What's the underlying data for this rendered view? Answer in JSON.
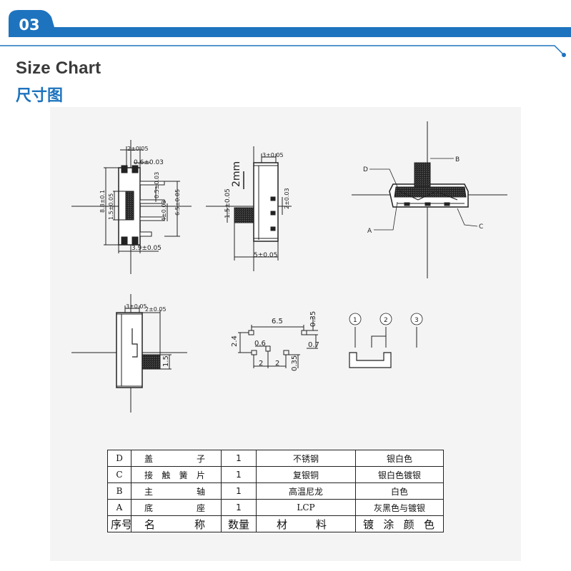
{
  "header": {
    "section_number": "03",
    "accent_color": "#1e73be",
    "title_en": "Size Chart",
    "title_cn": "尺寸图"
  },
  "drawing_labels": {
    "side_view": {
      "d1": "2±0.05",
      "d2": "0.6±0.03",
      "d3": "0.5±0.03",
      "d4": "6.5±0.05",
      "d5": "8.8±0.1",
      "d6": "1.5±0.05",
      "d7": "4±0.03",
      "d8": "3.9±0.05"
    },
    "front_view": {
      "d1": "3±0.05",
      "d2": "2mm",
      "d3": "2±0.03",
      "d4": "1.5±0.05",
      "d5": "5±0.05"
    },
    "section_view": {
      "a": "A",
      "b": "B",
      "c": "C",
      "d": "D"
    },
    "end_view": {
      "d1": "3±0.05",
      "d2": "2±0.05",
      "d3": "1.5"
    },
    "pcb_layout": {
      "d1": "6.5",
      "d2": "0.35",
      "d3": "2.4",
      "d4": "0.6",
      "d5": "0.7",
      "d6": "2",
      "d7": "2",
      "d8": "0.35"
    },
    "schematic": {
      "p1": "1",
      "p2": "2",
      "p3": "3"
    }
  },
  "spec_table": {
    "rows": [
      {
        "id": "D",
        "name": "盖子",
        "qty": "1",
        "material": "不锈钢",
        "plating": "银白色"
      },
      {
        "id": "C",
        "name": "接触簧片",
        "qty": "1",
        "material": "复银铜",
        "plating": "银白色镀银"
      },
      {
        "id": "B",
        "name": "主轴",
        "qty": "1",
        "material": "高温尼龙",
        "plating": "白色"
      },
      {
        "id": "A",
        "name": "底座",
        "qty": "1",
        "material": "LCP",
        "plating": "灰黑色与镀银"
      }
    ],
    "header": {
      "id": "序号",
      "name": "名称",
      "qty": "数量",
      "material": "材料",
      "plating": "镀涂颜色"
    }
  }
}
